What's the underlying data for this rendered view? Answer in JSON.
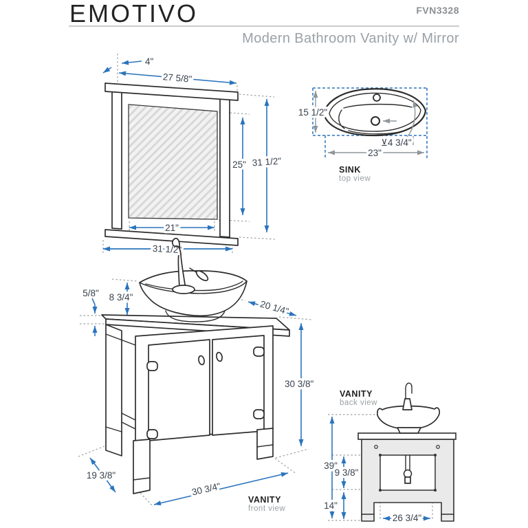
{
  "header": {
    "brand": "EMOTIVO",
    "model": "FVN3328",
    "subtitle": "Modern Bathroom Vanity w/ Mirror"
  },
  "colors": {
    "dimension_blue": "#2b74bd",
    "dimension_text": "#39424e",
    "line_art": "#2d2d2d",
    "muted_gray": "#9aa0a4",
    "cabinet_fill": "#eaeaea"
  },
  "mirror": {
    "dims": {
      "shelf_depth": "4\"",
      "top_width": "27 5/8\"",
      "glass_height": "25\"",
      "total_height": "31 1/2\"",
      "glass_width": "21\"",
      "bottom_width": "31 1/2\""
    }
  },
  "sink_top": {
    "title": "SINK",
    "view": "top view",
    "dims": {
      "depth": "15 1/2\"",
      "width": "23\"",
      "bowl_depth": "⊻4 3/4\""
    }
  },
  "vanity_front": {
    "title": "VANITY",
    "view": "front view",
    "dims": {
      "counter_thickness": "5/8\"",
      "vessel_height": "8 3/4\"",
      "counter_depth": "20 1/4\"",
      "cabinet_height": "30 3/8\"",
      "cabinet_depth": "19 3/8\"",
      "cabinet_width": "30 3/4\""
    }
  },
  "vanity_back": {
    "title": "VANITY",
    "view": "back view",
    "dims": {
      "total_height": "39\"",
      "opening_height": "9 3/8\"",
      "leg_height": "14\"",
      "opening_width": "26 3/4\""
    }
  }
}
